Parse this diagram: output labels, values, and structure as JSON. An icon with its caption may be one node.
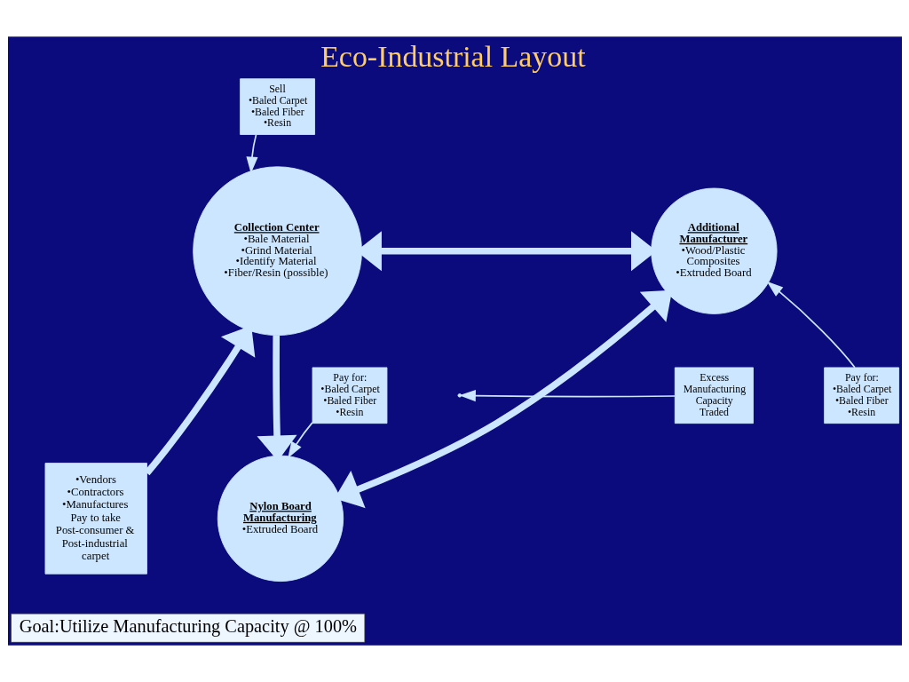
{
  "diagram": {
    "title": "Eco-Industrial Layout",
    "nodes": [
      {
        "text": [
          "Sell",
          "•Baled Carpet",
          "•Baled Fiber",
          "•Resin"
        ]
      },
      {
        "text": [
          "Collection Center",
          "•Bale Material",
          "•Grind Material",
          "•Identify Material",
          "•Fiber/Resin (possible)"
        ]
      },
      {
        "text": [
          "Additional Manufacturer",
          "•Wood/Plastic Composites",
          "•Extruded Board"
        ]
      },
      {
        "text": [
          "Pay for:",
          "•Baled Carpet",
          "•Baled Fiber",
          "•Resin"
        ]
      },
      {
        "text": [
          "Pay for:",
          "•Baled Carpet",
          "•Baled Fiber",
          "•Resin"
        ]
      },
      {
        "text": [
          "Excess Manufacturing Capacity Traded"
        ]
      },
      {
        "text": [
          "Nylon Board Manufacturing",
          "•Extruded Board"
        ]
      },
      {
        "text": [
          "•Vendors",
          "•Contractors",
          "•Manufactures",
          "Pay to take Post-consumer & Post-industrial carpet"
        ]
      },
      {
        "text": [
          "Goal:Utilize Manufacturing Capacity @ 100%"
        ]
      }
    ],
    "edges": [
      {
        "from": 7,
        "to": 1,
        "arrow": "to",
        "style": "thick"
      },
      {
        "from": 1,
        "to": 2,
        "arrow": "both",
        "style": "thick"
      },
      {
        "from": 1,
        "to": 6,
        "arrow": "to",
        "style": "thick"
      },
      {
        "from": 6,
        "to": 2,
        "arrow": "both",
        "style": "thick"
      },
      {
        "from": 0,
        "to": 1,
        "arrow": "to"
      },
      {
        "from": 3,
        "to": 6,
        "arrow": "to"
      },
      {
        "from": 4,
        "to": 2,
        "arrow": "to"
      },
      {
        "from": 5,
        "to": null,
        "arrow": "to"
      }
    ]
  }
}
